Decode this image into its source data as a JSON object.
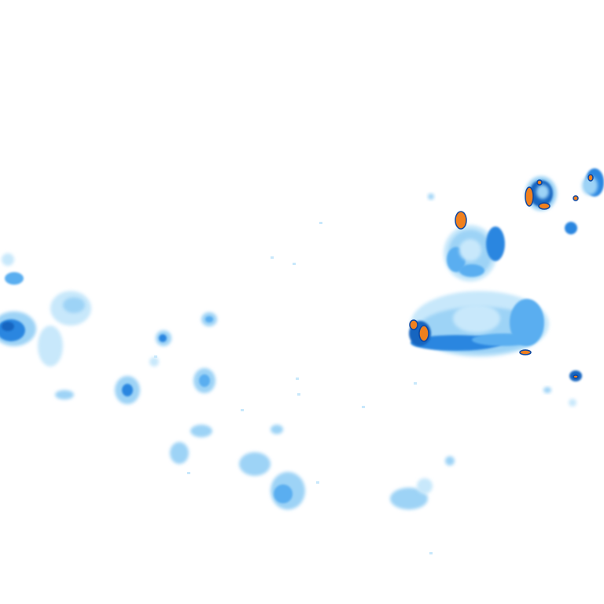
{
  "map": {
    "type": "precipitation-radar-overlay",
    "background": "#ffffff",
    "palette": {
      "very_light": "#c8e8fb",
      "light": "#9dd3f6",
      "medium": "#5aaef0",
      "strong": "#2b86e0",
      "intense": "#1565c0",
      "extreme": "#f0801e",
      "extreme_outline": "#0d47a1"
    },
    "legend_levels": [
      "very_light",
      "light",
      "medium",
      "strong",
      "intense",
      "extreme"
    ]
  }
}
